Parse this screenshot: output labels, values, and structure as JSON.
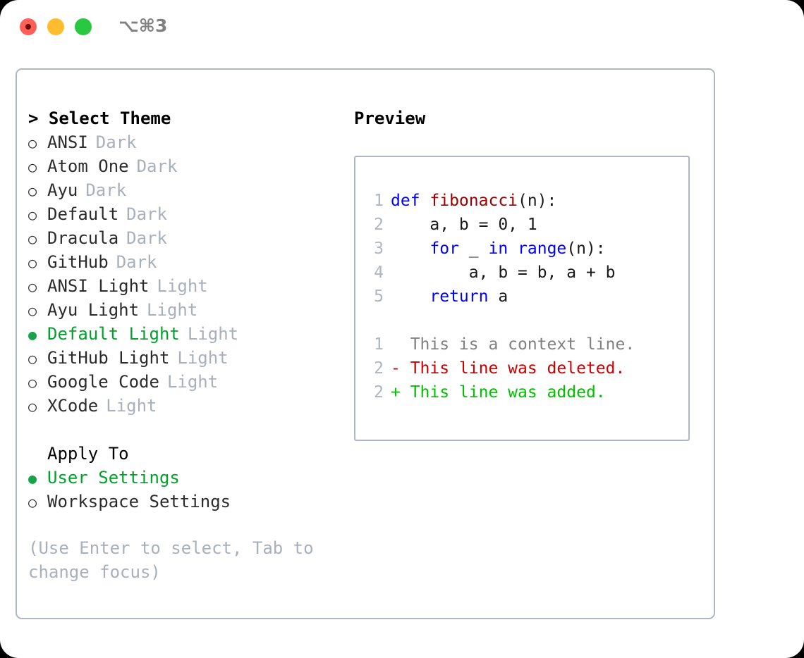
{
  "titlebar": {
    "lights": [
      {
        "name": "close-button",
        "color": "#ff5f57"
      },
      {
        "name": "minimize-button",
        "color": "#febc2e"
      },
      {
        "name": "maximize-button",
        "color": "#28c840"
      }
    ],
    "shortcut": "⌥⌘3"
  },
  "theme_section": {
    "header": "> Select Theme",
    "selected_index": 8,
    "items": [
      {
        "marker": "○",
        "label": "ANSI",
        "category": "Dark",
        "selected": false
      },
      {
        "marker": "○",
        "label": "Atom One",
        "category": "Dark",
        "selected": false
      },
      {
        "marker": "○",
        "label": "Ayu",
        "category": "Dark",
        "selected": false
      },
      {
        "marker": "○",
        "label": "Default",
        "category": "Dark",
        "selected": false
      },
      {
        "marker": "○",
        "label": "Dracula",
        "category": "Dark",
        "selected": false
      },
      {
        "marker": "○",
        "label": "GitHub",
        "category": "Dark",
        "selected": false
      },
      {
        "marker": "○",
        "label": "ANSI Light",
        "category": "Light",
        "selected": false
      },
      {
        "marker": "○",
        "label": "Ayu Light",
        "category": "Light",
        "selected": false
      },
      {
        "marker": "●",
        "label": "Default Light",
        "category": "Light",
        "selected": true
      },
      {
        "marker": "○",
        "label": "GitHub Light",
        "category": "Light",
        "selected": false
      },
      {
        "marker": "○",
        "label": "Google Code",
        "category": "Light",
        "selected": false
      },
      {
        "marker": "○",
        "label": "XCode",
        "category": "Light",
        "selected": false
      }
    ]
  },
  "apply_section": {
    "header": "Apply To",
    "items": [
      {
        "marker": "●",
        "label": "User Settings",
        "selected": true
      },
      {
        "marker": "○",
        "label": "Workspace Settings",
        "selected": false
      }
    ]
  },
  "hint": "(Use Enter to select, Tab to change focus)",
  "preview": {
    "title": "Preview",
    "code_lines": [
      {
        "number": "1",
        "tokens": [
          {
            "text": "def ",
            "type": "keyword"
          },
          {
            "text": "fibonacci",
            "type": "function"
          },
          {
            "text": "(n):",
            "type": "text"
          }
        ]
      },
      {
        "number": "2",
        "tokens": [
          {
            "text": "    a, b = 0, 1",
            "type": "text"
          }
        ]
      },
      {
        "number": "3",
        "tokens": [
          {
            "text": "    ",
            "type": "text"
          },
          {
            "text": "for",
            "type": "keyword"
          },
          {
            "text": " _ ",
            "type": "text"
          },
          {
            "text": "in range",
            "type": "keyword"
          },
          {
            "text": "(n):",
            "type": "text"
          }
        ]
      },
      {
        "number": "4",
        "tokens": [
          {
            "text": "        a, b = b, a + b",
            "type": "text"
          }
        ]
      },
      {
        "number": "5",
        "tokens": [
          {
            "text": "    ",
            "type": "text"
          },
          {
            "text": "return",
            "type": "keyword"
          },
          {
            "text": " a",
            "type": "text"
          }
        ]
      }
    ],
    "diff_lines": [
      {
        "number": "1",
        "text": "  This is a context line.",
        "kind": "context"
      },
      {
        "number": "2",
        "text": "- This line was deleted.",
        "kind": "deleted"
      },
      {
        "number": "2",
        "text": "+ This line was added.",
        "kind": "added"
      }
    ]
  },
  "colors": {
    "accent_green": "#00a32a",
    "muted": "#a8b0bd",
    "border": "#aeb6c2",
    "keyword": "#0000ff",
    "function": "#a00000",
    "diff_deleted": "#cc0000",
    "diff_added": "#00c000",
    "diff_context": "#808080"
  }
}
